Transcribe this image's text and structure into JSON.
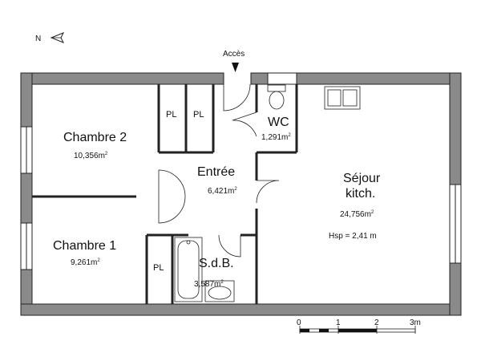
{
  "compass": {
    "label": "N",
    "icon": "north-arrow-icon"
  },
  "access_label": "Accès",
  "rooms": {
    "chambre2": {
      "name": "Chambre 2",
      "area": "10,356m",
      "unit_sup": "2"
    },
    "chambre1": {
      "name": "Chambre 1",
      "area": "9,261m",
      "unit_sup": "2"
    },
    "entree": {
      "name": "Entrée",
      "area": "6,421m",
      "unit_sup": "2"
    },
    "wc": {
      "name": "WC",
      "area": "1,291m",
      "unit_sup": "2"
    },
    "sejour": {
      "name_line1": "Séjour",
      "name_line2": "kitch.",
      "area": "24,756m",
      "unit_sup": "2",
      "hsp": "Hsp = 2,41 m"
    },
    "sdb": {
      "name": "S.d.B.",
      "area": "3,587m",
      "unit_sup": "2"
    }
  },
  "closets": [
    "PL",
    "PL",
    "PL"
  ],
  "scale_bar": {
    "labels": [
      "0",
      "1",
      "2",
      "3m"
    ]
  },
  "colors": {
    "wall": "#8a8a8a",
    "wall_outline": "#222222",
    "line": "#222222"
  }
}
